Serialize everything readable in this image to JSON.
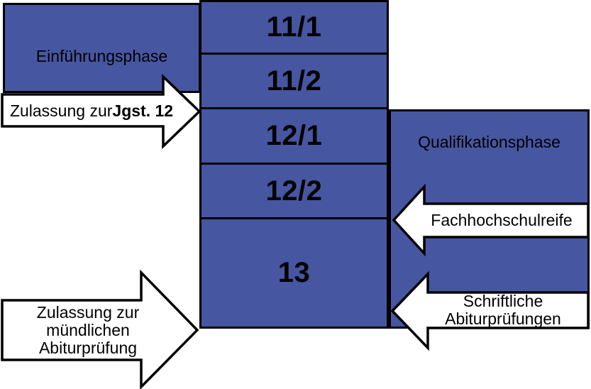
{
  "colors": {
    "background": "#ffffff",
    "box_fill": "#4656a0",
    "border": "#000000",
    "arrow_fill": "#ffffff",
    "text": "#000000"
  },
  "phases": {
    "einfuehrungsphase": "Einführungsphase",
    "qualifikationsphase": "Qualifikationsphase"
  },
  "grades": [
    "11/1",
    "11/2",
    "12/1",
    "12/2",
    "13"
  ],
  "arrows": {
    "zulassung_jgst12": {
      "direction": "right",
      "text_normal": "Zulassung zur ",
      "text_bold": "Jgst. 12"
    },
    "fachhochschulreife": {
      "direction": "left",
      "line1": "Fachhochschulreife"
    },
    "schriftliche_abitur": {
      "direction": "left",
      "line1": "Schriftliche",
      "line2": "Abiturprüfungen"
    },
    "zulassung_muendlich": {
      "direction": "right",
      "line1": "Zulassung zur",
      "line2": "mündlichen",
      "line3": "Abiturprüfung"
    }
  }
}
